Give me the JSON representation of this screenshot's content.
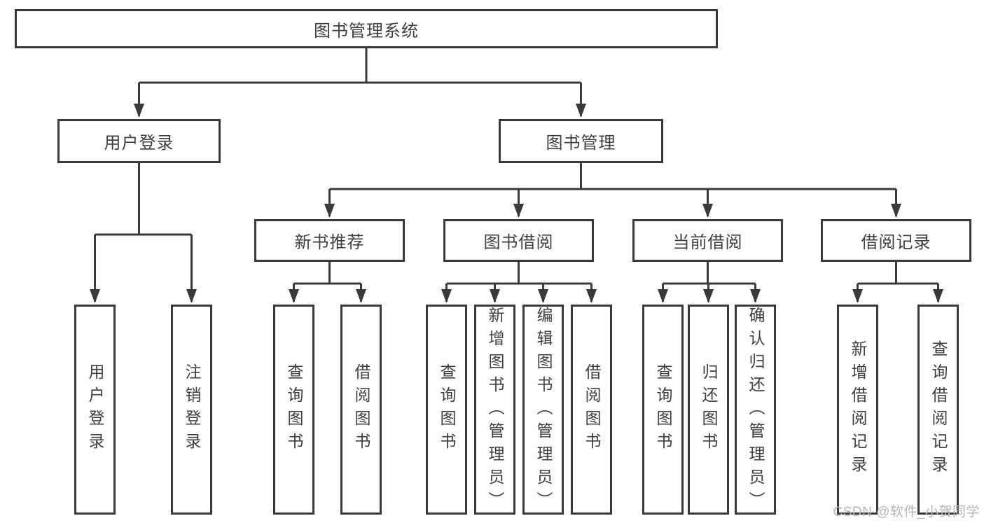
{
  "diagram": {
    "root": {
      "label": "图书管理系统"
    },
    "login_branch": {
      "label": "用户登录",
      "children": [
        {
          "label": "用户登录"
        },
        {
          "label": "注销登录"
        }
      ]
    },
    "mgmt_branch": {
      "label": "图书管理",
      "sections": [
        {
          "label": "新书推荐",
          "children": [
            {
              "label": "查询图书"
            },
            {
              "label": "借阅图书"
            }
          ]
        },
        {
          "label": "图书借阅",
          "children": [
            {
              "label": "查询图书"
            },
            {
              "label": "新增图书（管理员）"
            },
            {
              "label": "编辑图书（管理员）"
            },
            {
              "label": "借阅图书"
            }
          ]
        },
        {
          "label": "当前借阅",
          "children": [
            {
              "label": "查询图书"
            },
            {
              "label": "归还图书"
            },
            {
              "label": "确认归还（管理员）"
            }
          ]
        },
        {
          "label": "借阅记录",
          "children": [
            {
              "label": "新增借阅记录"
            },
            {
              "label": "查询借阅记录"
            }
          ]
        }
      ]
    }
  },
  "watermark": {
    "text": "CSDN @软件_小贺同学"
  },
  "colors": {
    "line": "#3a3a3a",
    "text": "#3f3f3f",
    "watermark": "#b6b6b6",
    "background": "#ffffff"
  }
}
